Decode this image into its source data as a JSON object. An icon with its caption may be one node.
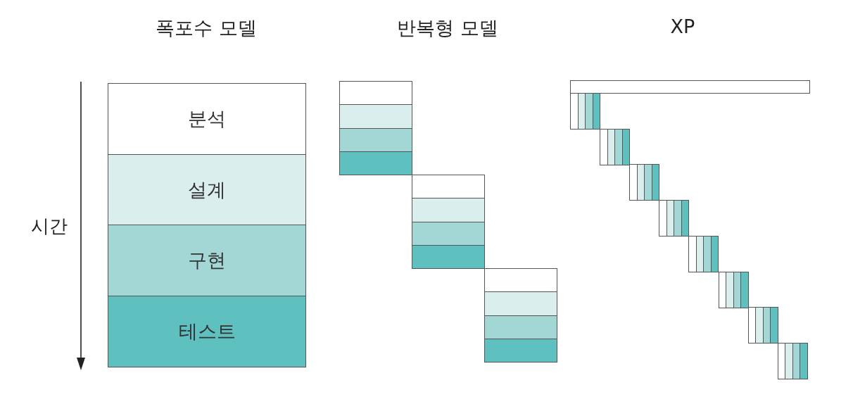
{
  "diagram": {
    "nodes": [
      {
        "text": [
          "분석"
        ]
      },
      {
        "text": [
          "설계"
        ]
      },
      {
        "text": [
          "구현"
        ]
      },
      {
        "text": [
          "테스트"
        ]
      },
      {
        "text": [],
        "shape": "box"
      },
      {
        "text": [],
        "shape": "box"
      },
      {
        "text": [],
        "shape": "box"
      },
      {
        "text": [],
        "shape": "box"
      },
      {
        "text": [],
        "shape": "box"
      },
      {
        "text": [],
        "shape": "box"
      },
      {
        "text": [],
        "shape": "box"
      },
      {
        "text": [],
        "shape": "box"
      },
      {
        "text": [],
        "shape": "box"
      },
      {
        "text": [],
        "shape": "box"
      },
      {
        "text": [],
        "shape": "box"
      },
      {
        "text": [],
        "shape": "box"
      },
      {
        "text": [],
        "shape": "box"
      },
      {
        "text": [],
        "shape": "box"
      },
      {
        "text": [],
        "shape": "box"
      },
      {
        "text": [],
        "shape": "box"
      },
      {
        "text": [],
        "shape": "box"
      },
      {
        "text": [],
        "shape": "box"
      },
      {
        "text": [],
        "shape": "box"
      },
      {
        "text": [],
        "shape": "box"
      },
      {
        "text": [],
        "shape": "box"
      },
      {
        "text": [],
        "shape": "box"
      },
      {
        "text": [],
        "shape": "box"
      },
      {
        "text": [],
        "shape": "box"
      },
      {
        "text": [],
        "shape": "box"
      },
      {
        "text": [],
        "shape": "box"
      },
      {
        "text": [],
        "shape": "box"
      },
      {
        "text": [],
        "shape": "box"
      },
      {
        "text": [],
        "shape": "box"
      },
      {
        "text": [],
        "shape": "box"
      },
      {
        "text": [],
        "shape": "box"
      },
      {
        "text": [],
        "shape": "box"
      },
      {
        "text": [],
        "shape": "box"
      },
      {
        "text": [],
        "shape": "box"
      },
      {
        "text": [],
        "shape": "box"
      },
      {
        "text": [],
        "shape": "box"
      },
      {
        "text": [],
        "shape": "box"
      },
      {
        "text": [],
        "shape": "box"
      },
      {
        "text": [],
        "shape": "box"
      },
      {
        "text": [],
        "shape": "box"
      },
      {
        "text": [],
        "shape": "box"
      },
      {
        "text": [],
        "shape": "box"
      },
      {
        "text": [],
        "shape": "box"
      },
      {
        "text": [],
        "shape": "box"
      },
      {
        "text": [],
        "shape": "box"
      }
    ],
    "labels": [
      "폭포수 모델",
      "반복형 모델",
      "XP",
      "시간"
    ]
  }
}
